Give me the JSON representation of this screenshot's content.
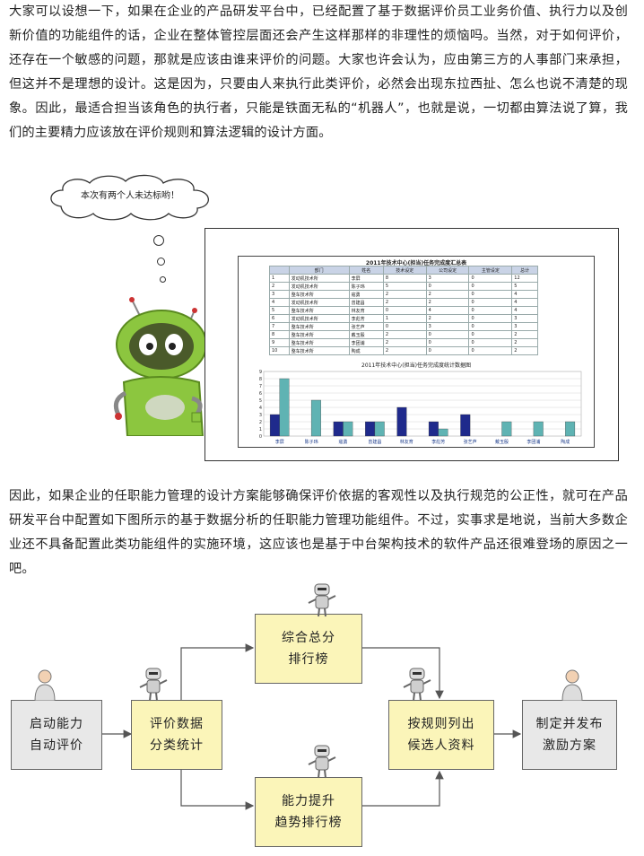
{
  "paragraph1": "大家可以设想一下，如果在企业的产品研发平台中，已经配置了基于数据评价员工业务价值、执行力以及创新价值的功能组件的话，企业在整体管控层面还会产生这样那样的非理性的烦恼吗。当然，对于如何评价，还存在一个敏感的问题，那就是应该由谁来评价的问题。大家也许会认为，应由第三方的人事部门来承担，但这并不是理想的设计。这是因为，只要由人来执行此类评价，必然会出现东拉西扯、怎么也说不清楚的现象。因此，最适合担当该角色的执行者，只能是铁面无私的“机器人”，也就是说，一切都由算法说了算，我们的主要精力应该放在评价规则和算法逻辑的设计方面。",
  "thought_bubble": "本次有两个人未达标哟！",
  "report": {
    "title": "2011年技术中心(担当)任务完成度汇总表",
    "headers": [
      "部门",
      "姓名",
      "技术设定",
      "公司设定",
      "主管设定",
      "总计"
    ],
    "rows": [
      [
        "1",
        "发动机技术所",
        "李屏",
        "8",
        "3",
        "0",
        "12"
      ],
      [
        "2",
        "发动机技术所",
        "陈子玮",
        "5",
        "0",
        "0",
        "5"
      ],
      [
        "3",
        "整车技术所",
        "寇勇",
        "2",
        "2",
        "0",
        "4"
      ],
      [
        "4",
        "发动机技术所",
        "曾建昌",
        "2",
        "2",
        "0",
        "4"
      ],
      [
        "5",
        "整车技术所",
        "林友育",
        "0",
        "4",
        "0",
        "4"
      ],
      [
        "6",
        "发动机技术所",
        "李彪芳",
        "1",
        "2",
        "0",
        "3"
      ],
      [
        "7",
        "整车技术所",
        "张艺芦",
        "0",
        "3",
        "0",
        "3"
      ],
      [
        "8",
        "整车技术所",
        "戴玉殷",
        "2",
        "0",
        "0",
        "2"
      ],
      [
        "9",
        "整车技术所",
        "李团浦",
        "2",
        "0",
        "0",
        "2"
      ],
      [
        "10",
        "整车技术所",
        "陶成",
        "2",
        "0",
        "0",
        "2"
      ]
    ],
    "chart_title": "2011年技术中心(担当)任务完成度统计数据图",
    "chart_data": {
      "type": "bar",
      "categories": [
        "李屏",
        "陈子玮",
        "寇勇",
        "曾建昌",
        "林友育",
        "李彪芳",
        "张艺芦",
        "戴玉殷",
        "李团浦",
        "陶成"
      ],
      "series": [
        {
          "values": [
            3,
            0,
            2,
            2,
            4,
            2,
            3,
            0,
            0,
            0
          ]
        },
        {
          "values": [
            8,
            5,
            2,
            2,
            0,
            1,
            0,
            2,
            2,
            2
          ]
        }
      ],
      "ylim": [
        0,
        9
      ],
      "yticks": [
        "0",
        "1",
        "2",
        "3",
        "4",
        "5",
        "6",
        "7",
        "8",
        "9"
      ],
      "colors": [
        "#1f2a8c",
        "#5fb3b3"
      ]
    }
  },
  "paragraph2": "因此，如果企业的任职能力管理的设计方案能够确保评价依据的客观性以及执行规范的公正性，就可在产品研发平台中配置如下图所示的基于数据分析的任职能力管理功能组件。不过，实事求是地说，当前大多数企业还不具备配置此类功能组件的实施环境，这应该也是基于中台架构技术的软件产品还很难登场的原因之一吧。",
  "flow": {
    "start": "启动能力\n自动评价",
    "classify": "评价数据\n分类统计",
    "overall": "综合总分\n排行榜",
    "trend": "能力提升\n趋势排行榜",
    "rules": "按规则列出\n候选人资料",
    "publish": "制定并发布\n激励方案"
  }
}
